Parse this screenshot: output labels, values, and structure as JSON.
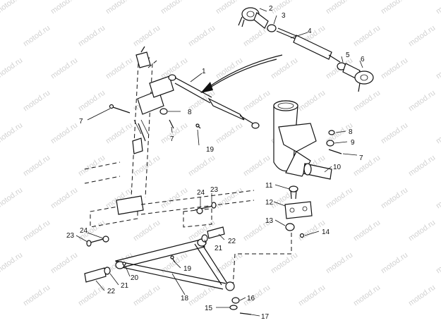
{
  "watermark_text": "motod.ru",
  "callouts": [
    "1",
    "2",
    "3",
    "4",
    "5",
    "6",
    "7",
    "7",
    "7",
    "8",
    "8",
    "9",
    "10",
    "11",
    "12",
    "13",
    "14",
    "15",
    "16",
    "17",
    "18",
    "19",
    "19",
    "20",
    "21",
    "21",
    "22",
    "22",
    "23",
    "23",
    "24",
    "24"
  ]
}
